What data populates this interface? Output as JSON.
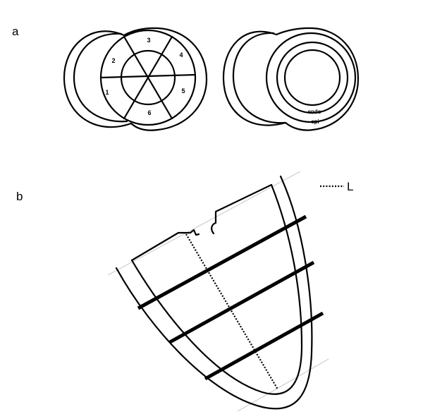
{
  "panel_a": {
    "label": "a",
    "segments": [
      {
        "id": 1,
        "label": "1"
      },
      {
        "id": 2,
        "label": "2"
      },
      {
        "id": 3,
        "label": "3"
      },
      {
        "id": 4,
        "label": "4"
      },
      {
        "id": 5,
        "label": "5"
      },
      {
        "id": 6,
        "label": "6"
      }
    ],
    "endo_label": "endo",
    "epi_label": "epi"
  },
  "panel_b": {
    "label": "b",
    "legend_label": "L"
  }
}
